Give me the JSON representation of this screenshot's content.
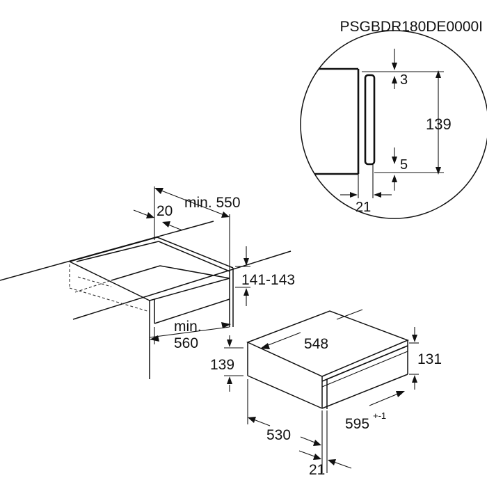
{
  "model_code": "PSGBDR180DE0000I",
  "detail": {
    "top_gap": "3",
    "height": "139",
    "bottom_gap": "5",
    "depth": "21"
  },
  "cabinet": {
    "front_offset": "20",
    "min_depth": "min. 550",
    "niche_height": "141-143",
    "min_width_line1": "min.",
    "min_width_line2": "560"
  },
  "appliance": {
    "top_depth": "548",
    "left_height": "139",
    "front_height": "131",
    "depth": "530",
    "width": "595",
    "width_tolerance": "+-1",
    "front_thickness": "21"
  },
  "colors": {
    "line": "#111111",
    "background": "#ffffff"
  }
}
